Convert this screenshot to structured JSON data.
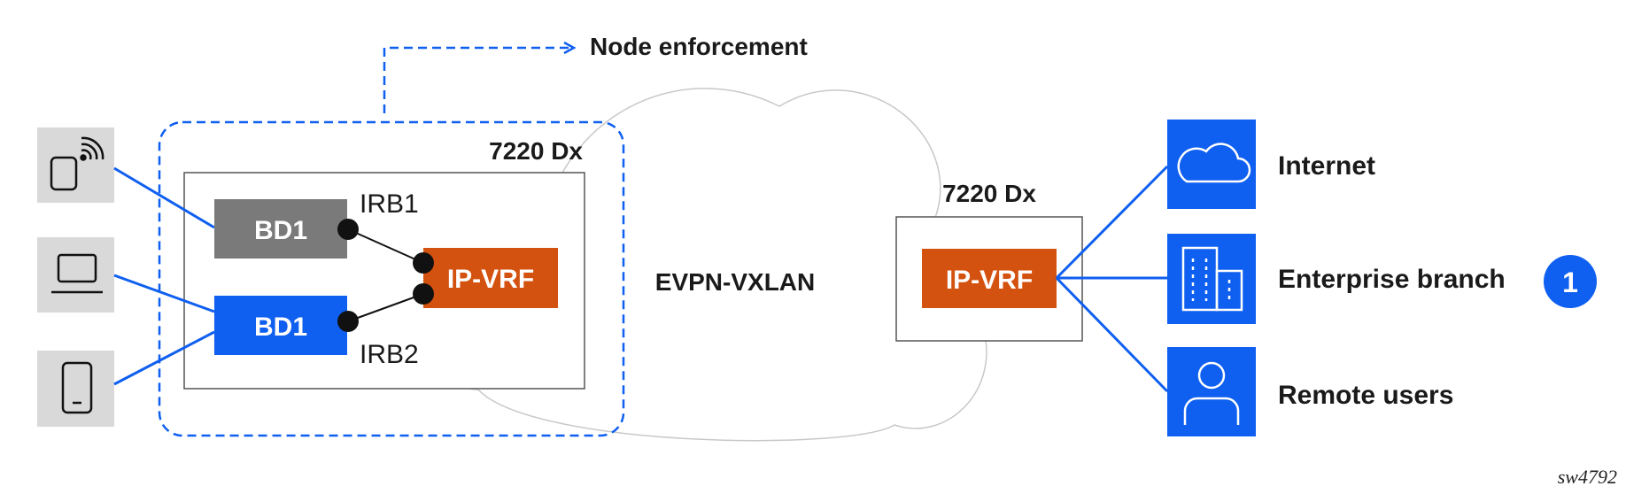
{
  "annotation": {
    "node_enforcement": "Node enforcement"
  },
  "left_device": {
    "label": "7220 Dx",
    "bd_top": "BD1",
    "bd_bottom": "BD1",
    "irb_top": "IRB1",
    "irb_bottom": "IRB2",
    "vrf": "IP-VRF"
  },
  "cloud": {
    "label": "EVPN-VXLAN"
  },
  "right_device": {
    "label": "7220 Dx",
    "vrf": "IP-VRF"
  },
  "endpoints": [
    {
      "label": "Internet",
      "icon": "cloud-icon"
    },
    {
      "label": "Enterprise branch",
      "icon": "building-icon"
    },
    {
      "label": "Remote users",
      "icon": "user-icon"
    }
  ],
  "badge": "1",
  "clients": [
    {
      "icon": "wireless-device-icon"
    },
    {
      "icon": "laptop-icon"
    },
    {
      "icon": "phone-icon"
    }
  ],
  "colors": {
    "blue": "#0f5ff0",
    "orange": "#d4520f",
    "gray_box": "#7a7a7a",
    "client_bg": "#d9d9d9",
    "cloud_stroke": "#c8c8c8"
  },
  "footer": {
    "id": "sw4792"
  }
}
